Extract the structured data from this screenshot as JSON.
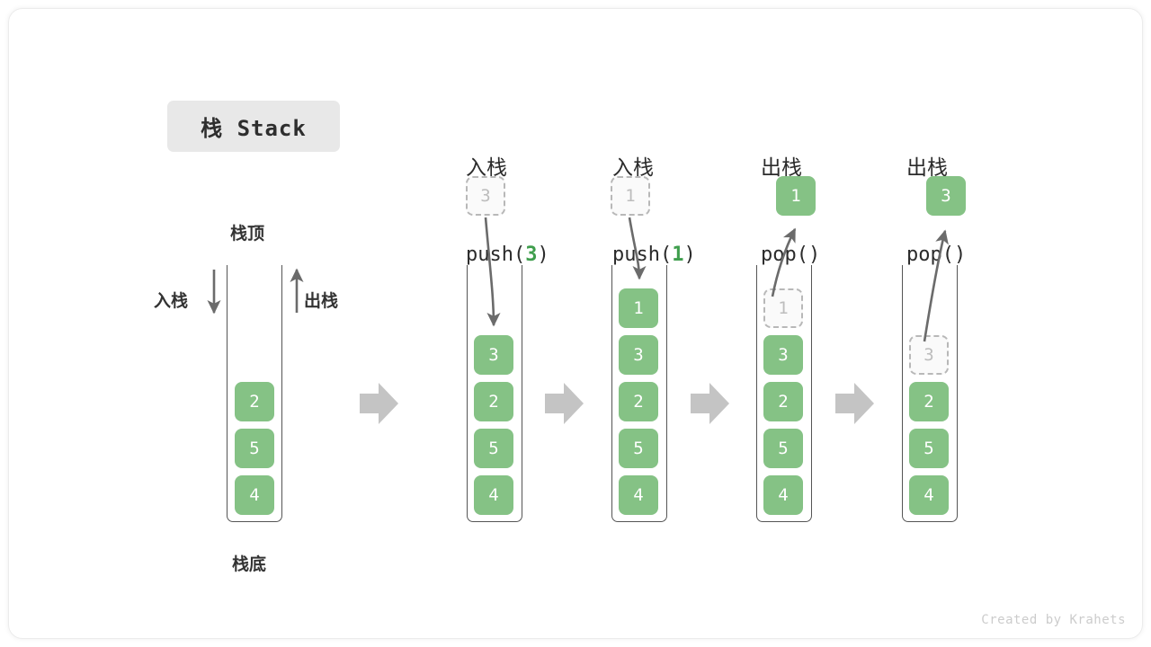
{
  "title_chip": {
    "label": "栈 Stack"
  },
  "labels": {
    "top": "栈顶",
    "bottom": "栈底",
    "push_side": "入栈",
    "pop_side": "出栈"
  },
  "watermark": "Created by Krahets",
  "colors": {
    "element_green": "#85c285",
    "arg_green": "#3f9e4d",
    "ghost_border": "#b8b8b8",
    "ghost_text": "#bdbdbd",
    "tube_border": "#555555",
    "flow_arrow": "#c4c4c4",
    "chip_bg": "#e8e8e8"
  },
  "columns": [
    {
      "id": "initial",
      "header_line1": "",
      "header_line2": "",
      "header_arg": "",
      "stack": [
        "2",
        "5",
        "4"
      ],
      "ghost": null,
      "floating": null
    },
    {
      "id": "push-3",
      "header_line1": "入栈",
      "header_line2_pre": "push(",
      "header_arg": "3",
      "header_line2_post": ")",
      "stack": [
        "3",
        "2",
        "5",
        "4"
      ],
      "ghost": {
        "value": "3",
        "position": "above-tube"
      },
      "floating": null
    },
    {
      "id": "push-1",
      "header_line1": "入栈",
      "header_line2_pre": "push(",
      "header_arg": "1",
      "header_line2_post": ")",
      "stack": [
        "1",
        "3",
        "2",
        "5",
        "4"
      ],
      "ghost": {
        "value": "1",
        "position": "above-tube"
      },
      "floating": null
    },
    {
      "id": "pop-1",
      "header_line1": "出栈",
      "header_line2_pre": "pop(",
      "header_arg": "",
      "header_line2_post": ")",
      "stack": [
        "3",
        "2",
        "5",
        "4"
      ],
      "ghost": {
        "value": "1",
        "position": "in-tube-top"
      },
      "floating": {
        "value": "1"
      }
    },
    {
      "id": "pop-2",
      "header_line1": "出栈",
      "header_line2_pre": "pop(",
      "header_arg": "",
      "header_line2_post": ")",
      "stack": [
        "2",
        "5",
        "4"
      ],
      "ghost": {
        "value": "3",
        "position": "in-tube-second"
      },
      "floating": {
        "value": "3"
      }
    }
  ]
}
